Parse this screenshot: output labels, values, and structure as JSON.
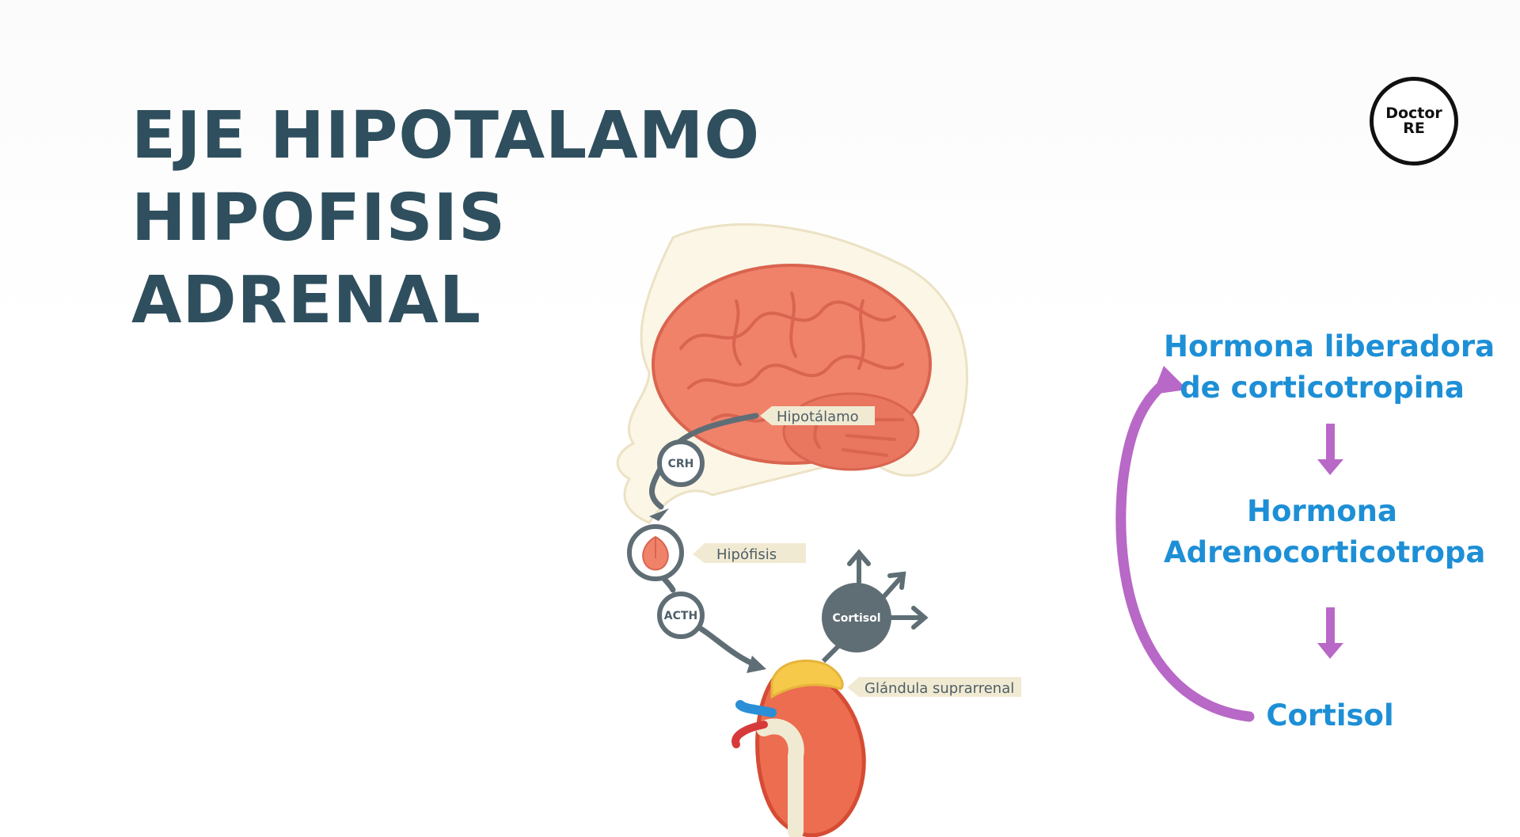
{
  "title": {
    "line1": "EJE HIPOTALAMO",
    "line2": "HIPOFISIS",
    "line3": "ADRENAL"
  },
  "logo": {
    "line1": "Doctor",
    "line2": "RE"
  },
  "illustration": {
    "hypothalamus_label": "Hipotálamo",
    "crh_label": "CRH",
    "pituitary_label": "Hipófisis",
    "acth_label": "ACTH",
    "cortisol_label": "Cortisol",
    "adrenal_label": "Glándula suprarrenal"
  },
  "flow": {
    "step1_line1": "Hormona liberadora",
    "step1_line2": "de corticotropina",
    "step2_line1": "Hormona",
    "step2_line2": "Adrenocorticotropa",
    "step3": "Cortisol"
  },
  "colors": {
    "title": "#2f4f5e",
    "flow_text": "#1d8fd6",
    "flow_arrows": "#b868c6",
    "brain": "#f0826a",
    "illustration_gray": "#5f6e75"
  }
}
